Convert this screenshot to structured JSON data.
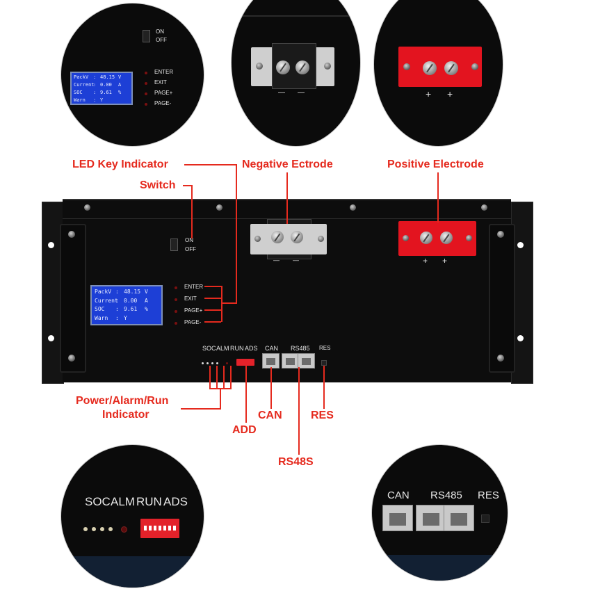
{
  "switch": {
    "on": "ON",
    "off": "OFF"
  },
  "lcd": {
    "rows": [
      {
        "label": "PackV",
        "sep": ":",
        "value": "48.15",
        "unit": "V"
      },
      {
        "label": "Current",
        "sep": ":",
        "value": "0.00",
        "unit": "A"
      },
      {
        "label": "SOC",
        "sep": ":",
        "value": "9.61",
        "unit": "%"
      },
      {
        "label": "Warn",
        "sep": ":",
        "value": "Y",
        "unit": ""
      }
    ]
  },
  "keys": [
    "ENTER",
    "EXIT",
    "PAGE+",
    "PAGE-"
  ],
  "terminals": {
    "negative_sign": "—",
    "positive_sign": "+"
  },
  "indicators": {
    "soc": "SOC",
    "alm": "ALM",
    "run": "RUN",
    "ads": "ADS"
  },
  "ports": {
    "can": "CAN",
    "rs485": "RS485",
    "res": "RES"
  },
  "annotations": {
    "led_key": "LED Key Indicator",
    "switch": "Switch",
    "negative": "Negative Ectrode",
    "positive": "Positive Electrode",
    "power_line1": "Power/Alarm/Run",
    "power_line2": "Indicator",
    "add": "ADD",
    "can": "CAN",
    "res": "RES",
    "rs485": "RS48S"
  },
  "colors": {
    "annotation": "#e52a1e",
    "lcd": "#1d3fd6",
    "positive_terminal": "#e3141f",
    "panel": "#0d0d0d"
  }
}
